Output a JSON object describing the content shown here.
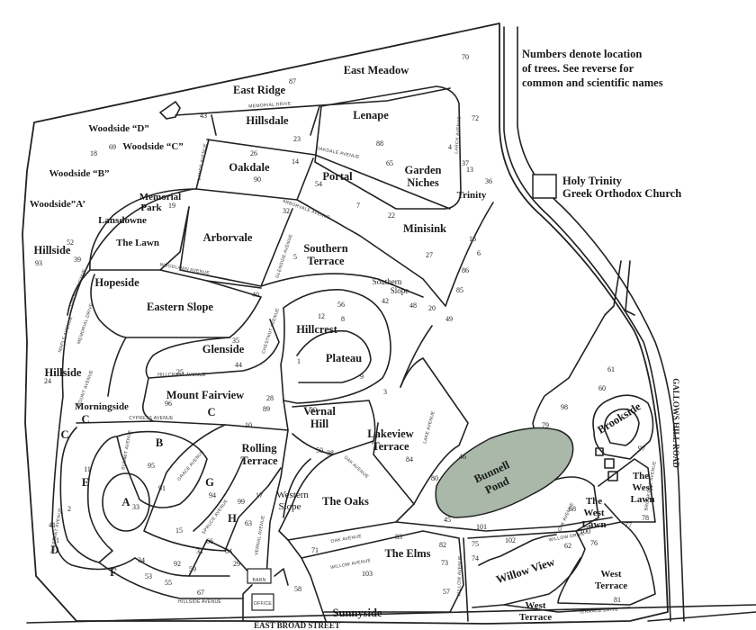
{
  "legend": {
    "note_line1": "Numbers denote location",
    "note_line2": "of trees. See reverse for",
    "note_line3": "common and scientific names",
    "church_line1": "Holy Trinity",
    "church_line2": "Greek Orthodox Church"
  },
  "colors": {
    "pond": "#a9b8a8",
    "line": "#222222",
    "church_box": "#ffffff"
  },
  "sections": [
    {
      "id": "east-meadow",
      "label": "East Meadow"
    },
    {
      "id": "east-ridge",
      "label": "East Ridge"
    },
    {
      "id": "hillsdale",
      "label": "Hillsdale"
    },
    {
      "id": "lenape",
      "label": "Lenape"
    },
    {
      "id": "woodside-d",
      "label": "Woodside “D”"
    },
    {
      "id": "woodside-c",
      "label": "Woodside “C”"
    },
    {
      "id": "woodside-b",
      "label": "Woodside “B”"
    },
    {
      "id": "woodside-a",
      "label": "Woodside”A’"
    },
    {
      "id": "oakdale",
      "label": "Oakdale"
    },
    {
      "id": "portal",
      "label": "Portal"
    },
    {
      "id": "garden-niches-1",
      "label": "Garden"
    },
    {
      "id": "garden-niches-2",
      "label": "Niches"
    },
    {
      "id": "trinity",
      "label": "Trinity"
    },
    {
      "id": "memorial-park-1",
      "label": "Memorial"
    },
    {
      "id": "memorial-park-2",
      "label": "Park"
    },
    {
      "id": "lansdowne",
      "label": "Lansdowne"
    },
    {
      "id": "minisink",
      "label": "Minisink"
    },
    {
      "id": "the-lawn",
      "label": "The Lawn"
    },
    {
      "id": "arborvale",
      "label": "Arborvale"
    },
    {
      "id": "southern-terrace-1",
      "label": "Southern"
    },
    {
      "id": "southern-terrace-2",
      "label": "Terrace"
    },
    {
      "id": "hillside-1",
      "label": "Hillside"
    },
    {
      "id": "hopeside",
      "label": "Hopeside"
    },
    {
      "id": "southern-slope-1",
      "label": "Southern"
    },
    {
      "id": "southern-slope-2",
      "label": "Slope"
    },
    {
      "id": "eastern-slope",
      "label": "Eastern Slope"
    },
    {
      "id": "hillcrest",
      "label": "Hillcrest"
    },
    {
      "id": "glenside",
      "label": "Glenside"
    },
    {
      "id": "plateau",
      "label": "Plateau"
    },
    {
      "id": "hillside-2",
      "label": "Hillside"
    },
    {
      "id": "morningside",
      "label": "Morningside"
    },
    {
      "id": "mount-fairview",
      "label": "Mount Fairview"
    },
    {
      "id": "c-1",
      "label": "C"
    },
    {
      "id": "c-2",
      "label": "C"
    },
    {
      "id": "c-3",
      "label": "C"
    },
    {
      "id": "vernal-hill-1",
      "label": "Vernal"
    },
    {
      "id": "vernal-hill-2",
      "label": "Hill"
    },
    {
      "id": "lakeview-terrace-1",
      "label": "Lakeview"
    },
    {
      "id": "lakeview-terrace-2",
      "label": "Terrace"
    },
    {
      "id": "brookside",
      "label": "Brookside"
    },
    {
      "id": "b",
      "label": "B"
    },
    {
      "id": "rolling-terrace-1",
      "label": "Rolling"
    },
    {
      "id": "rolling-terrace-2",
      "label": "Terrace"
    },
    {
      "id": "e",
      "label": "E"
    },
    {
      "id": "a",
      "label": "A"
    },
    {
      "id": "g",
      "label": "G"
    },
    {
      "id": "western-slope-1",
      "label": "Western"
    },
    {
      "id": "western-slope-2",
      "label": "Slope"
    },
    {
      "id": "the-oaks",
      "label": "The Oaks"
    },
    {
      "id": "bunnell-pond-1",
      "label": "Bunnell"
    },
    {
      "id": "bunnell-pond-2",
      "label": "Pond"
    },
    {
      "id": "the-west-lawn-a1",
      "label": "The"
    },
    {
      "id": "the-west-lawn-a2",
      "label": "West"
    },
    {
      "id": "the-west-lawn-a3",
      "label": "Lawn"
    },
    {
      "id": "the-west-lawn-b1",
      "label": "The"
    },
    {
      "id": "the-west-lawn-b2",
      "label": "West"
    },
    {
      "id": "the-west-lawn-b3",
      "label": "Lawn"
    },
    {
      "id": "h",
      "label": "H"
    },
    {
      "id": "d",
      "label": "D"
    },
    {
      "id": "f",
      "label": "F"
    },
    {
      "id": "the-elms",
      "label": "The Elms"
    },
    {
      "id": "willow-view",
      "label": "Willow View"
    },
    {
      "id": "west-terrace-1a",
      "label": "West"
    },
    {
      "id": "west-terrace-1b",
      "label": "Terrace"
    },
    {
      "id": "sunnyside",
      "label": "Sunnyside"
    },
    {
      "id": "west-terrace-2a",
      "label": "West"
    },
    {
      "id": "west-terrace-2b",
      "label": "Terrace"
    }
  ],
  "trees": [
    "70",
    "87",
    "43",
    "23",
    "88",
    "72",
    "4",
    "37",
    "13",
    "36",
    "18",
    "69",
    "26",
    "14",
    "65",
    "90",
    "54",
    "19",
    "32",
    "7",
    "22",
    "16",
    "6",
    "52",
    "39",
    "93",
    "5",
    "27",
    "86",
    "85",
    "40",
    "42",
    "56",
    "12",
    "8",
    "48",
    "20",
    "49",
    "35",
    "44",
    "25",
    "24",
    "1",
    "9",
    "3",
    "96",
    "28",
    "89",
    "30",
    "61",
    "60",
    "98",
    "10",
    "79",
    "97",
    "84",
    "50",
    "38",
    "95",
    "11",
    "91",
    "46",
    "80",
    "94",
    "2",
    "17",
    "99",
    "33",
    "41",
    "51",
    "15",
    "63",
    "66",
    "34",
    "31",
    "64",
    "92",
    "53",
    "59",
    "29",
    "67",
    "55",
    "58",
    "45",
    "101",
    "68",
    "100",
    "78",
    "76",
    "77",
    "83",
    "102",
    "75",
    "82",
    "62",
    "74",
    "73",
    "71",
    "103",
    "57",
    "81"
  ],
  "streets": [
    "MEMORIAL DRIVE",
    "OAKDALE AVENUE",
    "LANDS AVENUE",
    "LARCH AVENUE",
    "WOODLAWN AVENUE",
    "GLENSIDE AVENUE",
    "MEMORIAL DRIVE",
    "ARBORVALE AVENUE",
    "HILLCREST AVENUE",
    "CHESTNUT AVENUE",
    "MOUNT AVENUE",
    "CYPRESS AVENUE",
    "SUMMIT AVENUE",
    "GRACE AVENUE",
    "SPRUCE AVENUE",
    "VERNAL AVENUE",
    "OAK AVENUE",
    "OAK AVENUE",
    "WILLOW AVENUE",
    "WILLOW AVENUE",
    "HILLSIDE AVENUE",
    "OAK AVENUE",
    "TERRACE DRIVE",
    "WILLOW DRIVE",
    "PLEASANT AVENUE",
    "MAPLE AVENUE",
    "LAKE AVENUE",
    "LINDEN AVENUE",
    "BROOKSIDE AVENUE"
  ],
  "roads": {
    "east_broad_street": "EAST BROAD STREET",
    "gallows_hill_road": "GALLOWS HILL ROAD"
  },
  "buildings": {
    "barn": "BARN",
    "office": "OFFICE"
  }
}
